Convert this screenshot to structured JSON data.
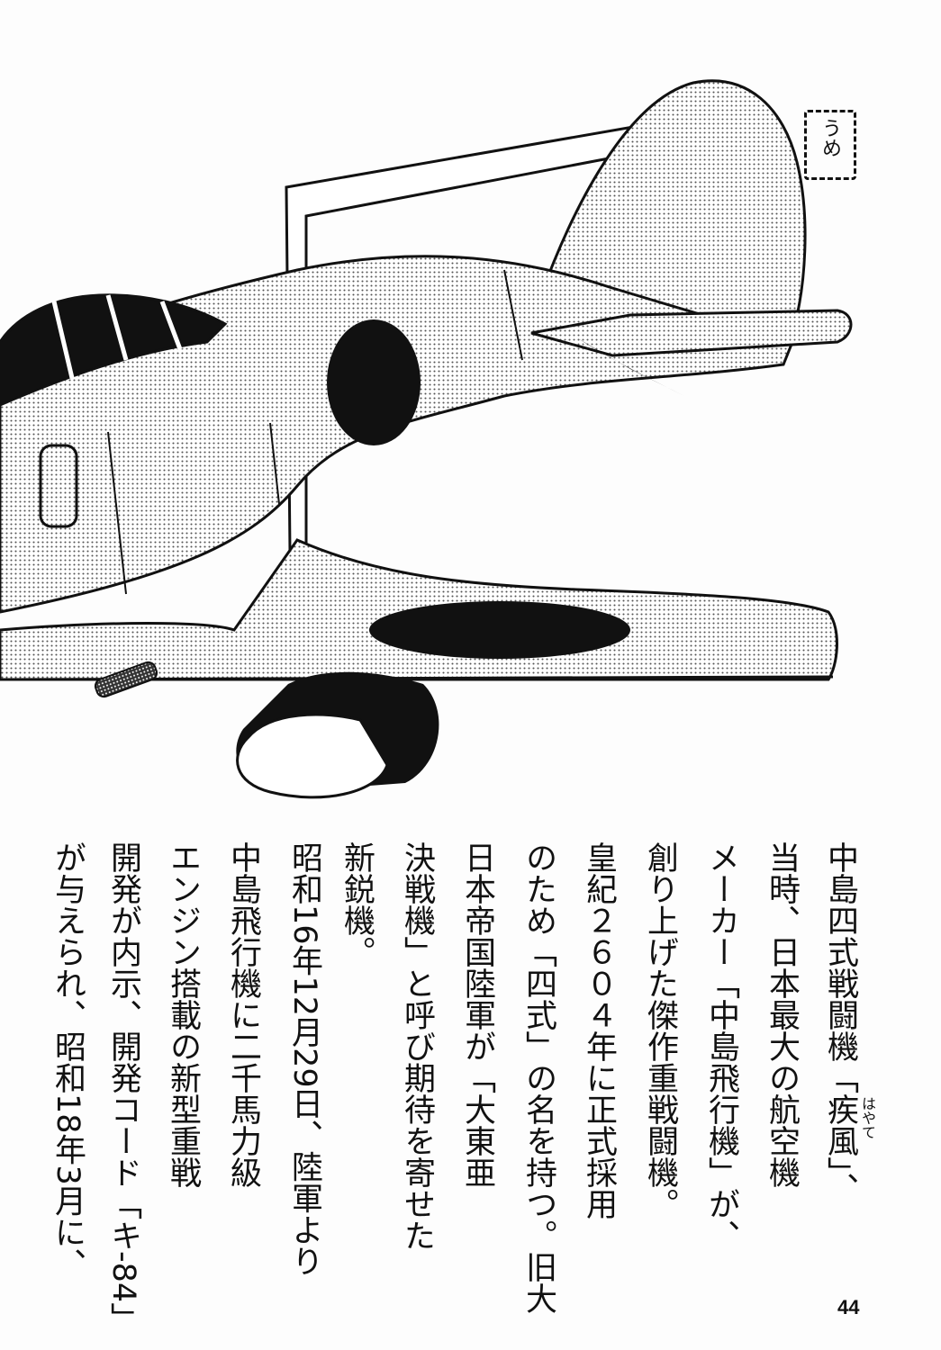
{
  "signature_stamp": "うめ",
  "text_columns": [
    "中島四式戦闘機「疾風」、",
    "当時、日本最大の航空機",
    "メーカー「中島飛行機」が、",
    "創り上げた傑作重戦闘機。",
    "皇紀２６０４年に正式採用",
    "のため「四式」の名を持つ。旧大",
    "日本帝国陸軍が「大東亜",
    "決戦機」と呼び期待を寄せた",
    "新鋭機。",
    "昭和16年12月29日、陸軍より",
    "中島飛行機に二千馬力級",
    "エンジン搭載の新型重戦",
    "開発が内示、開発コード「キ-84」",
    "が与えられ、昭和18年3月に、"
  ],
  "ruby": "はやて",
  "page_number": "44"
}
